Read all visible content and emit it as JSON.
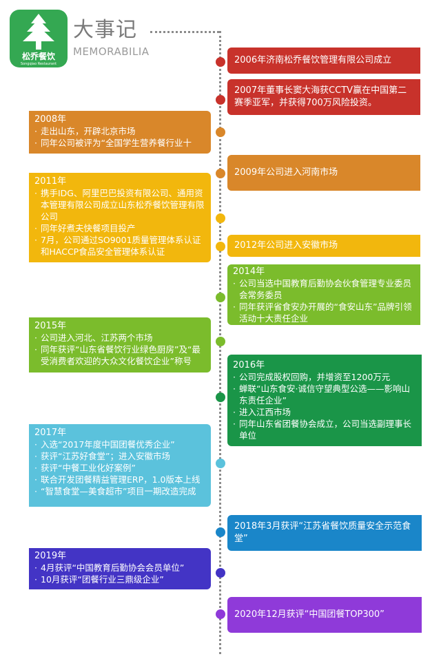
{
  "header": {
    "logo_cn": "松乔餐饮",
    "logo_en": "Songqiao Restaurant",
    "title": "大事记",
    "subtitle": "MEMORABILIA"
  },
  "colors": {
    "red": "#c8322b",
    "orange": "#d9872a",
    "amber": "#f2b70d",
    "green": "#7bbc2c",
    "dark_green": "#1a9548",
    "cyan": "#5bc2dc",
    "blue": "#1a86c9",
    "indigo": "#4334c5",
    "purple": "#8f3ad9",
    "logo_green": "#34a852"
  },
  "events": [
    {
      "text": "2006年济南松乔餐饮管理有限公司成立"
    },
    {
      "text": "2007年董事长窦大海获CCTV赢在中国第二赛季亚军，并获得700万风险投资。"
    },
    {
      "year": "2008年",
      "items": [
        "走出山东，开辟北京市场",
        "同年公司被评为“全国学生营养餐行业十"
      ]
    },
    {
      "text": "2009年公司进入河南市场"
    },
    {
      "year": "2011年",
      "items": [
        "携手IDG、阿里巴巴投资有限公司、通用资本管理有限公司成立山东松乔餐饮管理有限公司",
        "同年好煮夫快餐项目投产",
        "7月，公司通过SO9001质量管理体系认证和HACCP食品安全管理体系认证"
      ]
    },
    {
      "text": "2012年公司进入安徽市场"
    },
    {
      "year": "2014年",
      "items": [
        "公司当选中国教育后勤协会伙食管理专业委员会常务委员",
        "同年获评省食安办开展的“食安山东”品牌引领活动十大责任企业"
      ]
    },
    {
      "year": "2015年",
      "items": [
        "公司进入河北、江苏两个市场",
        "同年获评“山东省餐饮行业绿色厨房”及“最受消费者欢迎的大众文化餐饮企业”称号"
      ]
    },
    {
      "year": "2016年",
      "items": [
        "公司完成股权回购，并增资至1200万元",
        "蝉联“山东食安·诚信守望典型公选——影响山东责任企业”",
        "进入江西市场",
        "同年山东省团餐协会成立，公司当选副理事长单位"
      ]
    },
    {
      "year": "2017年",
      "items": [
        "入选“2017年度中国团餐优秀企业”",
        "获评“江苏好食堂”；进入安徽市场",
        "获评“中餐工业化好案例”",
        "联合开发团餐精益管理ERP，1.0版本上线",
        "“智慧食堂—美食超市”项目一期改造完成"
      ]
    },
    {
      "text": "2018年3月获评“江苏省餐饮质量安全示范食堂”"
    },
    {
      "year": "2019年",
      "items": [
        "4月获评“中国教育后勤协会会员单位”",
        "10月获评“团餐行业三鼎级企业”"
      ]
    },
    {
      "text": "2020年12月获评“中国团餐TOP300”"
    }
  ]
}
